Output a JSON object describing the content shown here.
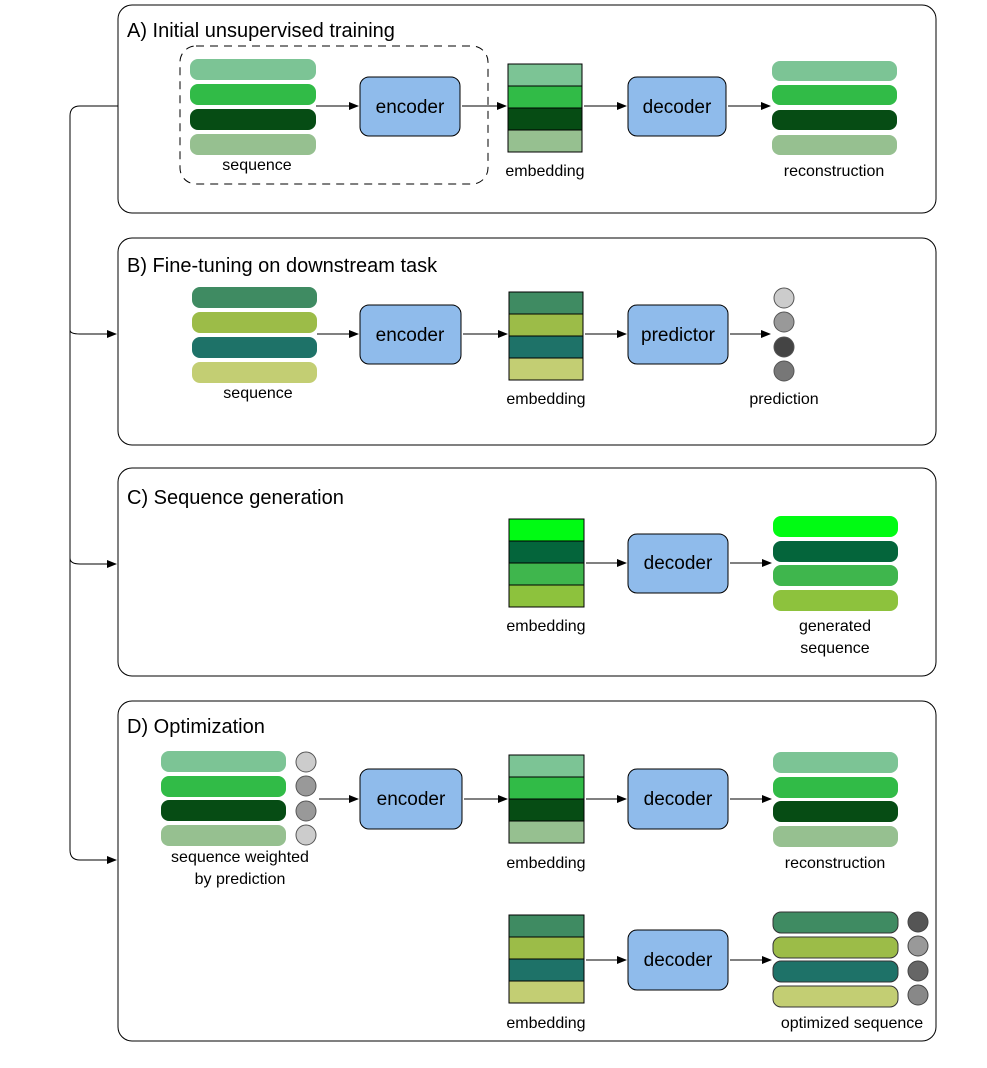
{
  "colors": {
    "box": "#8fbbeb",
    "box_stroke": "#000000",
    "arrow": "#000000",
    "seqA": [
      "#7cc495",
      "#31bb47",
      "#064c14",
      "#96c090"
    ],
    "seqB": [
      "#3f8b62",
      "#9cbc48",
      "#1e7268",
      "#c3ce73"
    ],
    "seqC": [
      "#00fb13",
      "#04653b",
      "#3fb64d",
      "#8dc23d"
    ],
    "pred": [
      "#cccccc",
      "#999999",
      "#444444",
      "#777777"
    ],
    "predD": [
      "#cccccc",
      "#999999",
      "#999999",
      "#cccccc"
    ],
    "predOpt": [
      "#555555",
      "#999999",
      "#666666",
      "#888888"
    ]
  },
  "panels": {
    "a": {
      "title": "A) Initial unsupervised training",
      "sequence": "sequence",
      "encoder": "encoder",
      "embedding": "embedding",
      "decoder": "decoder",
      "reconstruction": "reconstruction"
    },
    "b": {
      "title": "B) Fine-tuning on downstream task",
      "sequence": "sequence",
      "encoder": "encoder",
      "embedding": "embedding",
      "predictor": "predictor",
      "prediction": "prediction"
    },
    "c": {
      "title": "C) Sequence generation",
      "embedding": "embedding",
      "decoder": "decoder",
      "generated_line1": "generated",
      "generated_line2": "sequence"
    },
    "d": {
      "title": "D) Optimization",
      "weighted_line1": "sequence weighted",
      "weighted_line2": "by prediction",
      "encoder": "encoder",
      "embedding": "embedding",
      "decoder": "decoder",
      "reconstruction": "reconstruction",
      "embedding2": "embedding",
      "decoder2": "decoder",
      "optimized": "optimized sequence"
    }
  }
}
